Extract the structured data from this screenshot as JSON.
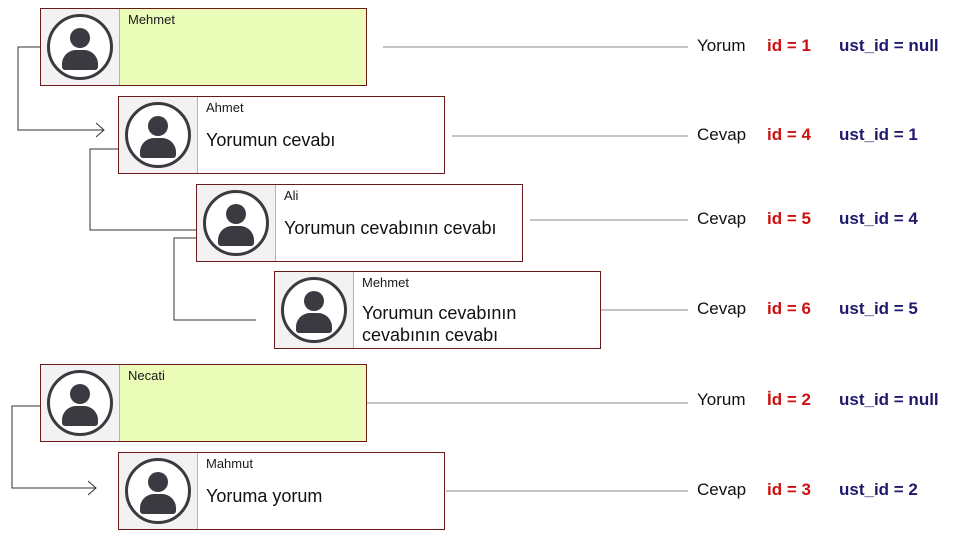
{
  "colors": {
    "id": "#cc1111",
    "ust_id": "#1f1a6b",
    "card_border": "#6b1a1a",
    "highlight_bg": "#ebfcb8"
  },
  "rows": [
    {
      "author": "Mehmet",
      "text": "",
      "type_label": "Yorum",
      "id_label": "id = 1",
      "ust_label": "ust_id = null",
      "avatar_icon": "user-avatar-icon"
    },
    {
      "author": "Ahmet",
      "text": "Yorumun cevabı",
      "type_label": "Cevap",
      "id_label": "id = 4",
      "ust_label": "ust_id = 1",
      "avatar_icon": "user-avatar-icon"
    },
    {
      "author": "Ali",
      "text": "Yorumun cevabının cevabı",
      "type_label": "Cevap",
      "id_label": "id = 5",
      "ust_label": "ust_id = 4",
      "avatar_icon": "user-avatar-icon"
    },
    {
      "author": "Mehmet",
      "text": "Yorumun cevabının cevabının cevabı",
      "type_label": "Cevap",
      "id_label": "id = 6",
      "ust_label": "ust_id = 5",
      "avatar_icon": "user-avatar-icon"
    },
    {
      "author": "Necati",
      "text": "",
      "type_label": "Yorum",
      "id_label": "İd = 2",
      "ust_label": "ust_id = null",
      "avatar_icon": "user-avatar-icon"
    },
    {
      "author": "Mahmut",
      "text": "Yoruma yorum",
      "type_label": "Cevap",
      "id_label": "id = 3",
      "ust_label": "ust_id = 2",
      "avatar_icon": "user-avatar-icon"
    }
  ]
}
